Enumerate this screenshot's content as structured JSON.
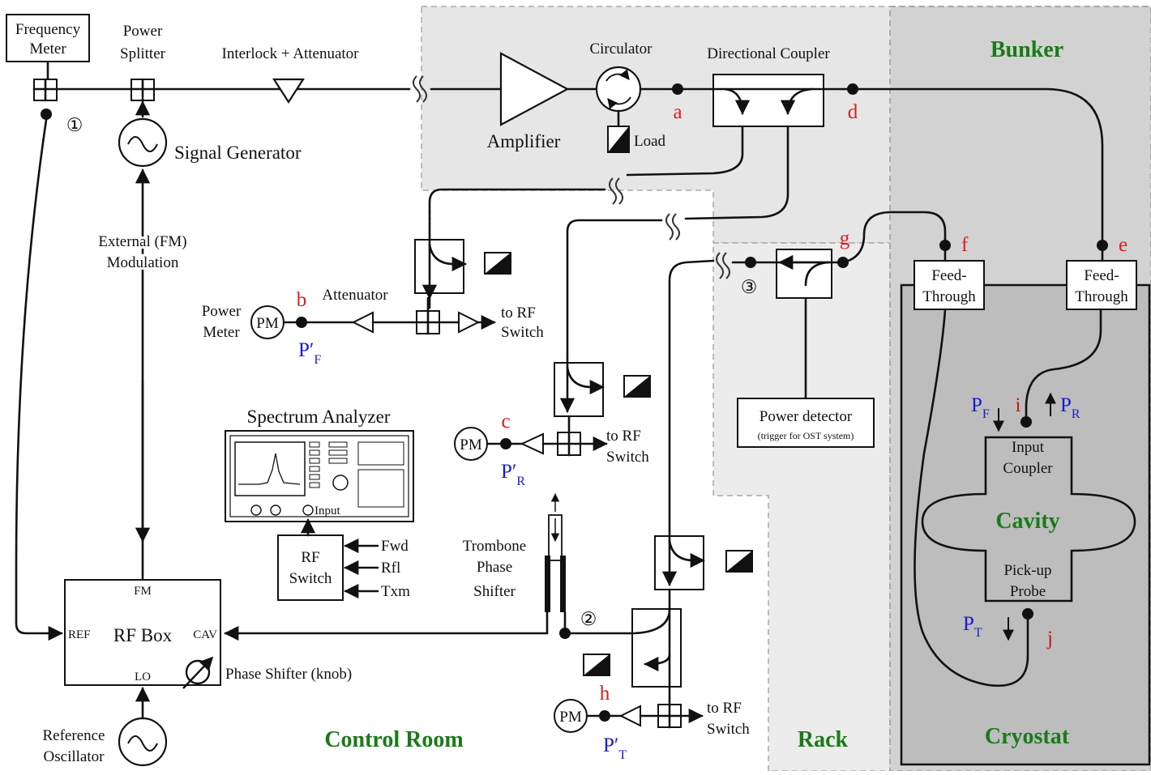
{
  "zones": {
    "bunker": "Bunker",
    "control_room": "Control Room",
    "rack": "Rack",
    "cryostat": "Cryostat"
  },
  "components": {
    "frequency_meter": [
      "Frequency",
      "Meter"
    ],
    "power_splitter": [
      "Power",
      "Splitter"
    ],
    "interlock": "Interlock + Attenuator",
    "circulator": "Circulator",
    "directional_coupler": "Directional Coupler",
    "amplifier": "Amplifier",
    "load": "Load",
    "signal_generator": "Signal Generator",
    "external_modulation": [
      "External (FM)",
      "Modulation"
    ],
    "power_meter": [
      "Power",
      "Meter"
    ],
    "pm": "PM",
    "attenuator": "Attenuator",
    "to_rf_switch": [
      "to RF",
      "Switch"
    ],
    "spectrum_analyzer": "Spectrum Analyzer",
    "sa_input": "Input",
    "rf_switch": [
      "RF",
      "Switch"
    ],
    "rf_switch_inputs": [
      "Fwd",
      "Rfl",
      "Txm"
    ],
    "trombone": [
      "Trombone",
      "Phase",
      "Shifter"
    ],
    "rf_box": "RF Box",
    "rf_box_ports": {
      "fm": "FM",
      "ref": "REF",
      "cav": "CAV",
      "lo": "LO"
    },
    "phase_shifter_knob": "Phase Shifter (knob)",
    "reference_oscillator": [
      "Reference",
      "Oscillator"
    ],
    "power_detector": "Power detector",
    "power_detector_note": "(trigger for OST system)",
    "feed_through": [
      "Feed-",
      "Through"
    ],
    "input_coupler": [
      "Input",
      "Coupler"
    ],
    "cavity": "Cavity",
    "pickup_probe": [
      "Pick-up",
      "Probe"
    ]
  },
  "points": {
    "a": "a",
    "b": "b",
    "c": "c",
    "d": "d",
    "e": "e",
    "f": "f",
    "g": "g",
    "h": "h",
    "i": "i",
    "j": "j"
  },
  "markers": {
    "one": "①",
    "two": "②",
    "three": "③"
  },
  "powers": {
    "pf_prime": {
      "base": "P′",
      "sub": "F"
    },
    "pr_prime": {
      "base": "P′",
      "sub": "R"
    },
    "pt_prime": {
      "base": "P′",
      "sub": "T"
    },
    "pf": {
      "base": "P",
      "sub": "F"
    },
    "pr": {
      "base": "P",
      "sub": "R"
    },
    "pt": {
      "base": "P",
      "sub": "T"
    }
  },
  "colors": {
    "bunker_bg": "#e6e6e6",
    "rack_bg": "#ececec",
    "cryostat_outer": "#d2d2d2",
    "cryostat_inner": "#bdbdbd",
    "point_label": "#e01a1a",
    "power_label": "#1a1ad0",
    "zone_label": "#1a7a1a"
  }
}
